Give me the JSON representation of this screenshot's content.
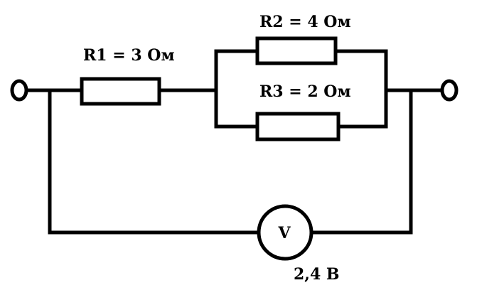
{
  "components": {
    "r1": {
      "label": "R1 = 3 Ом"
    },
    "r2": {
      "label": "R2 = 4 Ом"
    },
    "r3": {
      "label": "R3 = 2 Ом"
    },
    "voltmeter": {
      "symbol": "V",
      "reading": "2,4 В"
    }
  },
  "colors": {
    "line": "#000000",
    "background": "#ffffff"
  }
}
